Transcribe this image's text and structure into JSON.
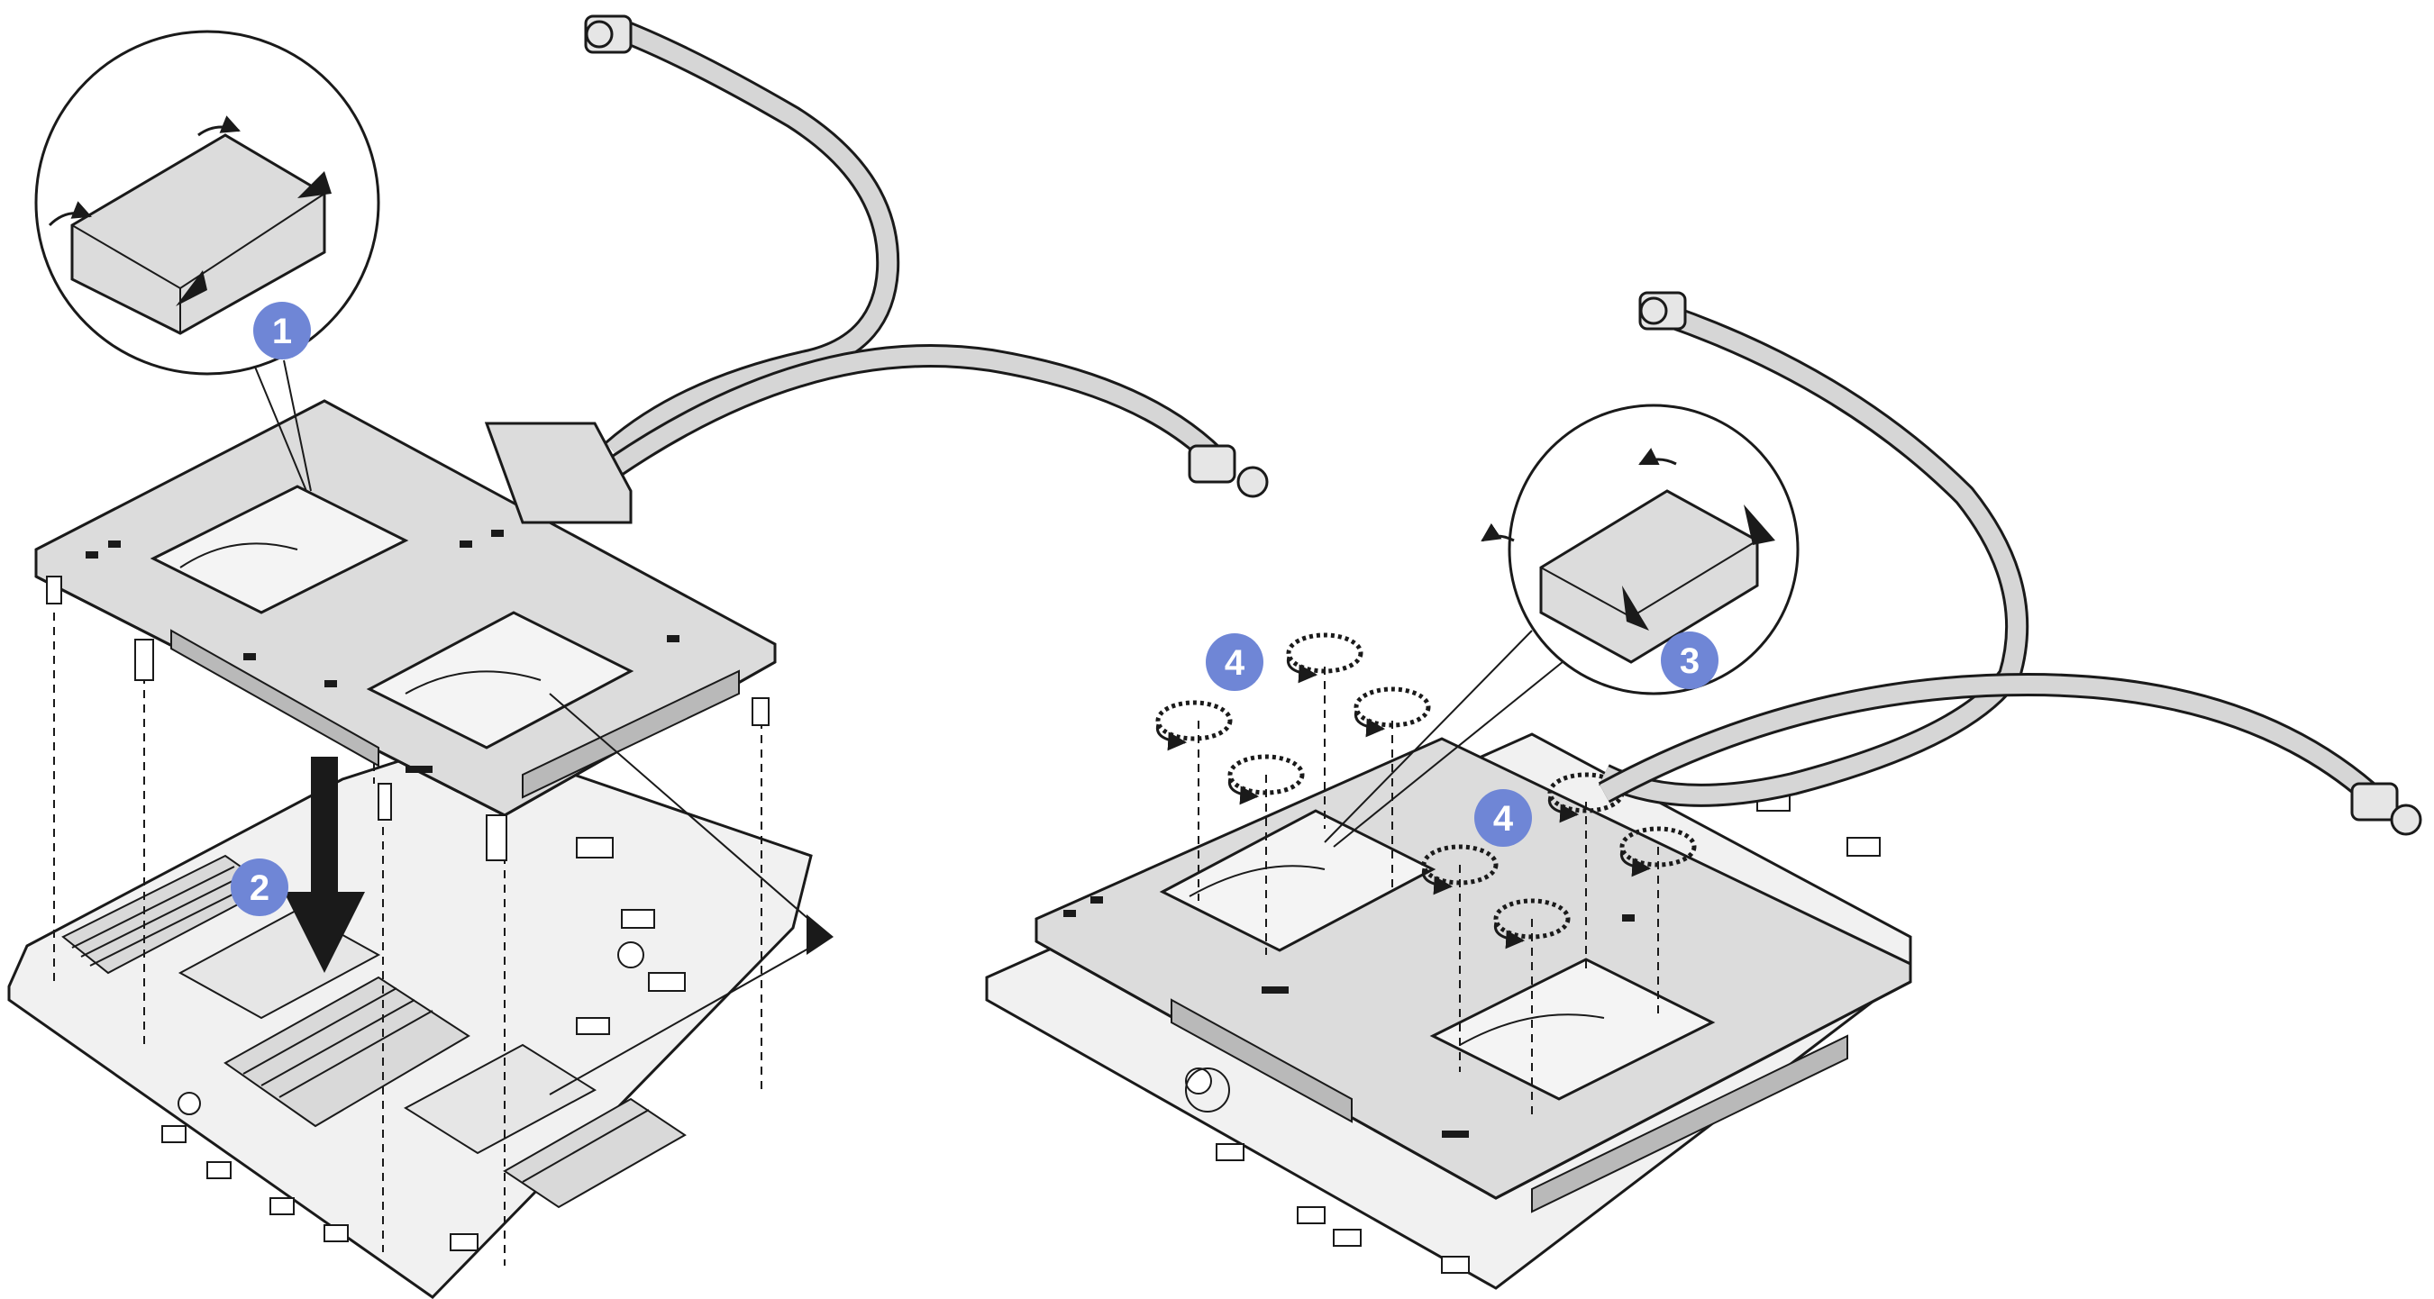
{
  "colors": {
    "line": "#1a1a1a",
    "plate_fill": "#dcdcdc",
    "plate_shade": "#b9b9b9",
    "board_fill": "#f1f1f1",
    "tube_fill": "#d6d6d6",
    "badge": "#6f86d6",
    "badge_text": "#ffffff"
  },
  "callouts": [
    {
      "label": "1"
    },
    {
      "label": "2"
    },
    {
      "label": "3"
    },
    {
      "label": "4"
    },
    {
      "label": "4"
    }
  ],
  "icons": [
    "arrow-icon",
    "rotate-screw-icon"
  ]
}
